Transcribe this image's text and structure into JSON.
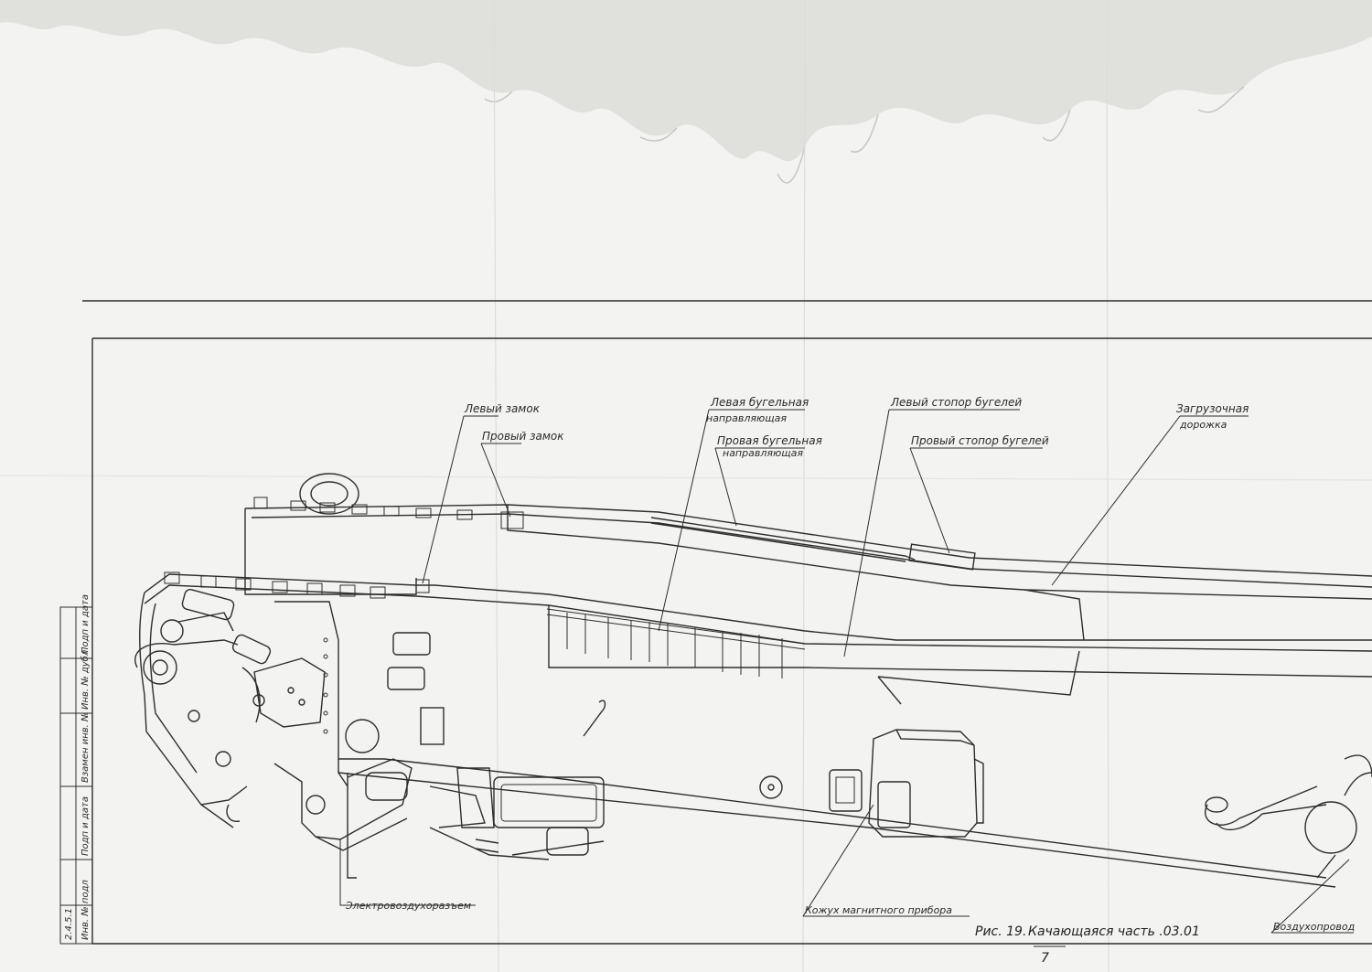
{
  "labels": {
    "levyi_zamok": "Левый замок",
    "pravyi_zamok": "Провый замок",
    "levaya_bugelnaya_1": "Левая бугельная",
    "levaya_bugelnaya_2": "направляющая",
    "pravaya_bugelnaya_1": "Провая бугельная",
    "pravaya_bugelnaya_2": "направляющая",
    "levyi_stopor": "Левый стопор бугелей",
    "pravyi_stopor": "Провый стопор бугелей",
    "zagruzochnaya_1": "Загрузочная",
    "zagruzochnaya_2": "дорожка",
    "elektrovozdukhorazem": "Электровоздухоразъем",
    "kozhukh": "Кожух магнитного прибора",
    "vozdukhoprovod": "Воздухопровод"
  },
  "caption": {
    "prefix": "Рис. 19.",
    "text": "Качающаяся часть .03.01",
    "page": "7"
  },
  "stamp": {
    "col1": "Подп и дата",
    "col2": "Инв. № дубл",
    "col3": "Взамен инв. №",
    "col4": "Подп и дата",
    "col5": "Инв. № подл",
    "col6": "2.4.5.1"
  },
  "colors": {
    "paper": "#f3f3f1",
    "ink": "#2d2d2d",
    "stain": "#cfcfcc"
  }
}
